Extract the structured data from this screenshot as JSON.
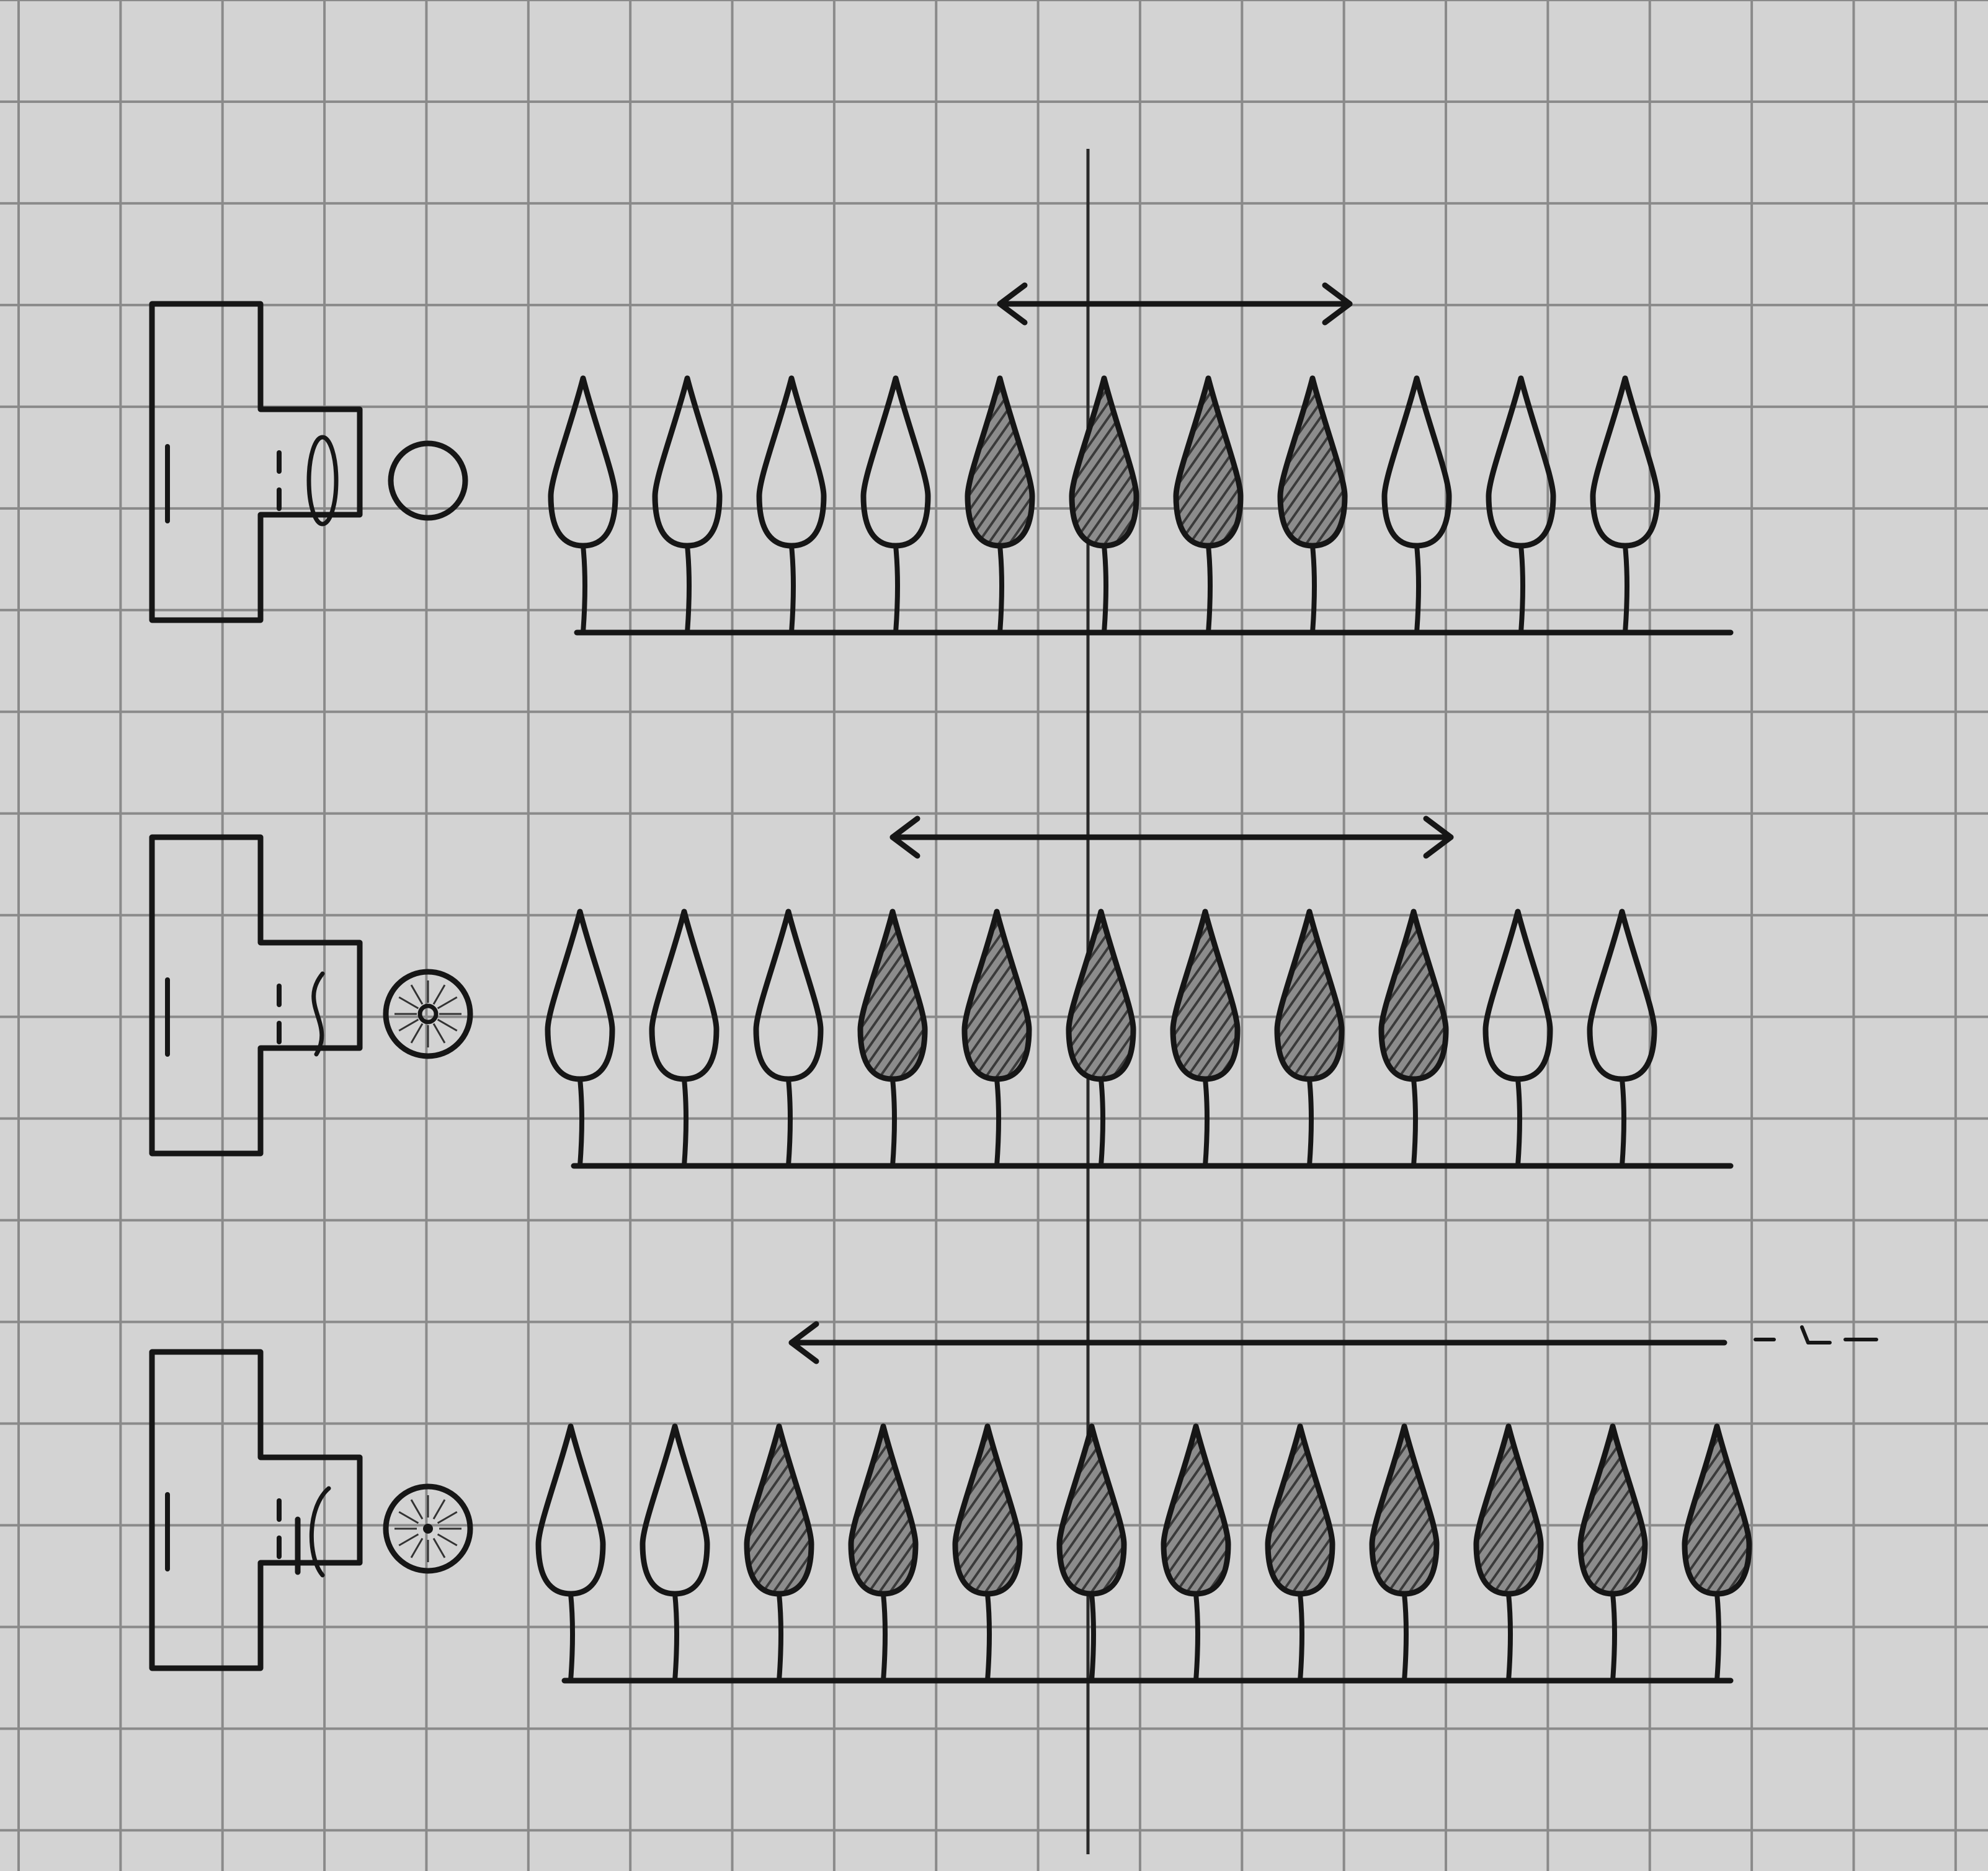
{
  "diagram": {
    "background": {
      "paper_color": "#d3d3d3",
      "grid_color": "#8a8a8a",
      "ink_color": "#161616",
      "hatch_color": "#3a3a3a",
      "grid_columns": 19,
      "grid_rows": 18
    },
    "reference_line": {
      "label": ""
    },
    "rows": [
      {
        "id": "row-1",
        "source_block": {
          "lens": "plain-lens",
          "disc": "empty-circle"
        },
        "leaves": [
          "open",
          "open",
          "open",
          "open",
          "shaded",
          "shaded",
          "shaded",
          "shaded",
          "open",
          "open",
          "open"
        ],
        "arrow": {
          "type": "double",
          "span_leaves": [
            5,
            8
          ]
        }
      },
      {
        "id": "row-2",
        "source_block": {
          "lens": "curved-lens",
          "disc": "spoked-disc-small-hub"
        },
        "leaves": [
          "open",
          "open",
          "open",
          "shaded",
          "shaded",
          "shaded",
          "shaded",
          "shaded",
          "shaded",
          "open",
          "open"
        ],
        "arrow": {
          "type": "double",
          "span_leaves": [
            4,
            9
          ]
        }
      },
      {
        "id": "row-3",
        "source_block": {
          "lens": "split-lens",
          "disc": "spoked-disc-dot-hub"
        },
        "leaves": [
          "open",
          "open",
          "shaded",
          "shaded",
          "shaded",
          "shaded",
          "shaded",
          "shaded",
          "shaded",
          "shaded",
          "shaded",
          "shaded"
        ],
        "arrow": {
          "type": "left",
          "span_leaves": [
            3,
            12
          ],
          "tail_mark": "dashes"
        }
      }
    ]
  }
}
